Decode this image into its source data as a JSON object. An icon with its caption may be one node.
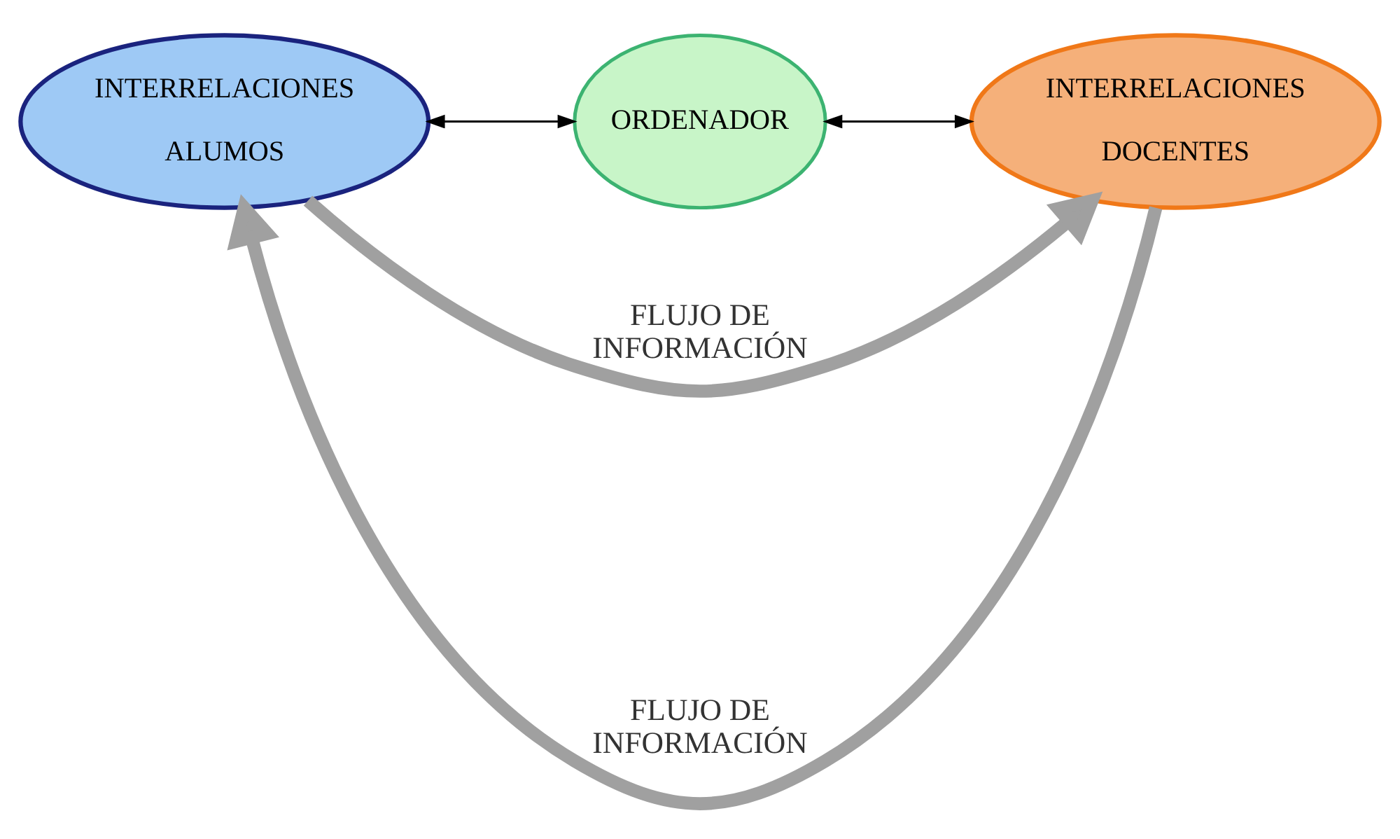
{
  "diagram": {
    "nodes": [
      {
        "text": [
          "INTERRELACIONES",
          "ALUMOS"
        ]
      },
      {
        "text": [
          "ORDENADOR"
        ]
      },
      {
        "text": [
          "INTERRELACIONES",
          "DOCENTES"
        ]
      }
    ],
    "edges": [
      {
        "from": 0,
        "to": 1,
        "arrow": "both"
      },
      {
        "from": 2,
        "to": 1,
        "arrow": "both"
      },
      {
        "from": 2,
        "to": 0,
        "arrow": "to",
        "label": "FLUJO DE INFORMACIÓN",
        "style": "thick",
        "color": "#a0a0a0"
      },
      {
        "from": 0,
        "to": 2,
        "arrow": "to",
        "label": "FLUJO DE INFORMACIÓN",
        "style": "thick",
        "color": "#a0a0a0"
      }
    ]
  }
}
